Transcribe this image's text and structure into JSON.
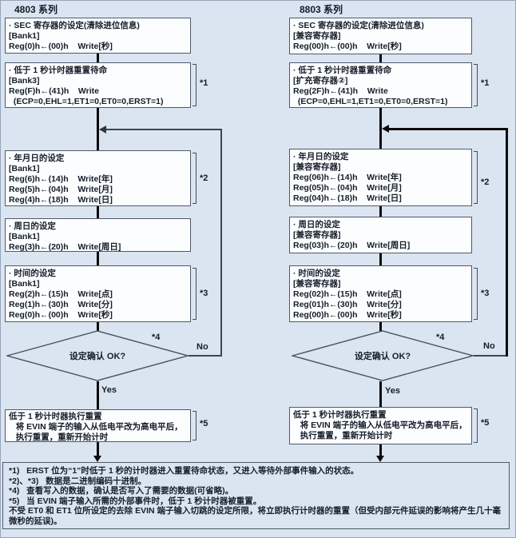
{
  "colors": {
    "background": "#dbe5f1",
    "box_fill": "#fbfdff",
    "box_border": "#4e5a68",
    "flow_line": "#0b0b0b",
    "text": "#161e2a"
  },
  "diagram": {
    "columns": [
      {
        "header": "4803 系列",
        "boxes": [
          {
            "lines": [
              "· SEC 寄存器的设定(清除进位信息)",
              "[Bank1]",
              "Reg(0)h←(00)h    Write[秒]"
            ]
          },
          {
            "note": "*1",
            "lines": [
              "· 低于 1 秒计时器重置待命",
              "[Bank3]",
              "Reg(F)h←(41)h    Write",
              "  (ECP=0,EHL=1,ET1=0,ET0=0,ERST=1)"
            ]
          },
          {
            "note": "*2",
            "lines": [
              "· 年月日的设定",
              "[Bank1]",
              "Reg(6)h←(14)h    Write[年]",
              "Reg(5)h←(04)h    Write[月]",
              "Reg(4)h←(18)h    Write[日]"
            ]
          },
          {
            "lines": [
              "· 周日的设定",
              "[Bank1]",
              "Reg(3)h←(20)h    Write[周日]"
            ]
          },
          {
            "note": "*3",
            "lines": [
              "· 时间的设定",
              "[Bank1]",
              "Reg(2)h←(15)h    Write[点]",
              "Reg(1)h←(30)h    Write[分]",
              "Reg(0)h←(00)h    Write[秒]"
            ]
          },
          {
            "note": "*5",
            "lines": [
              "低于 1 秒计时器执行重置",
              "   将 EVIN 端子的输入从低电平改为高电平后，",
              "   执行重置，重新开始计时"
            ]
          }
        ],
        "decision": {
          "label": "设定确认 OK?",
          "note": "*4",
          "no": "No",
          "yes": "Yes"
        }
      },
      {
        "header": "8803 系列",
        "boxes": [
          {
            "lines": [
              "· SEC 寄存器的设定(清除进位信息)",
              "[兼容寄存器]",
              "Reg(00)h←(00)h    Write[秒]"
            ]
          },
          {
            "note": "*1",
            "lines": [
              "· 低于 1 秒计时器重置待命",
              "[扩充寄存器②]",
              "Reg(2F)h←(41)h    Write",
              "  (ECP=0,EHL=1,ET1=0,ET0=0,ERST=1)"
            ]
          },
          {
            "note": "*2",
            "lines": [
              "· 年月日的设定",
              "[兼容寄存器]",
              "Reg(06)h←(14)h    Write[年]",
              "Reg(05)h←(04)h    Write[月]",
              "Reg(04)h←(18)h    Write[日]"
            ]
          },
          {
            "lines": [
              "· 周日的设定",
              "[兼容寄存器]",
              "Reg(03)h←(20)h    Write[周日]"
            ]
          },
          {
            "note": "*3",
            "lines": [
              "· 时间的设定",
              "[兼容寄存器]",
              "Reg(02)h←(15)h    Write[点]",
              "Reg(01)h←(30)h    Write[分]",
              "Reg(00)h←(00)h    Write[秒]"
            ]
          },
          {
            "note": "*5",
            "lines": [
              "低于 1 秒计时器执行重置",
              "   将 EVIN 端子的输入从低电平改为高电平后，",
              "   执行重置，重新开始计时"
            ]
          }
        ],
        "decision": {
          "label": "设定确认 OK?",
          "note": "*4",
          "no": "No",
          "yes": "Yes"
        }
      }
    ],
    "footnotes": {
      "lines": [
        "*1)   ERST 位为“1”时低于 1 秒的计时器进入重置待命状态，又进入等待外部事件输入的状态。",
        "*2)、*3)   数据是二进制编码十进制。",
        "*4)   查看写入的数据，确认是否写入了需要的数据(可省略)。",
        "*5)   当 EVIN 端子输入所需的外部事件时，低于 1 秒计时器被重置。",
        "不受 ET0 和 ET1 位所设定的去除 EVIN 端子输入切跳的设定所限，将立即执行计时器的重置（但受内部元件延误的影响将产生几十毫",
        "微秒的延误)。"
      ]
    }
  }
}
